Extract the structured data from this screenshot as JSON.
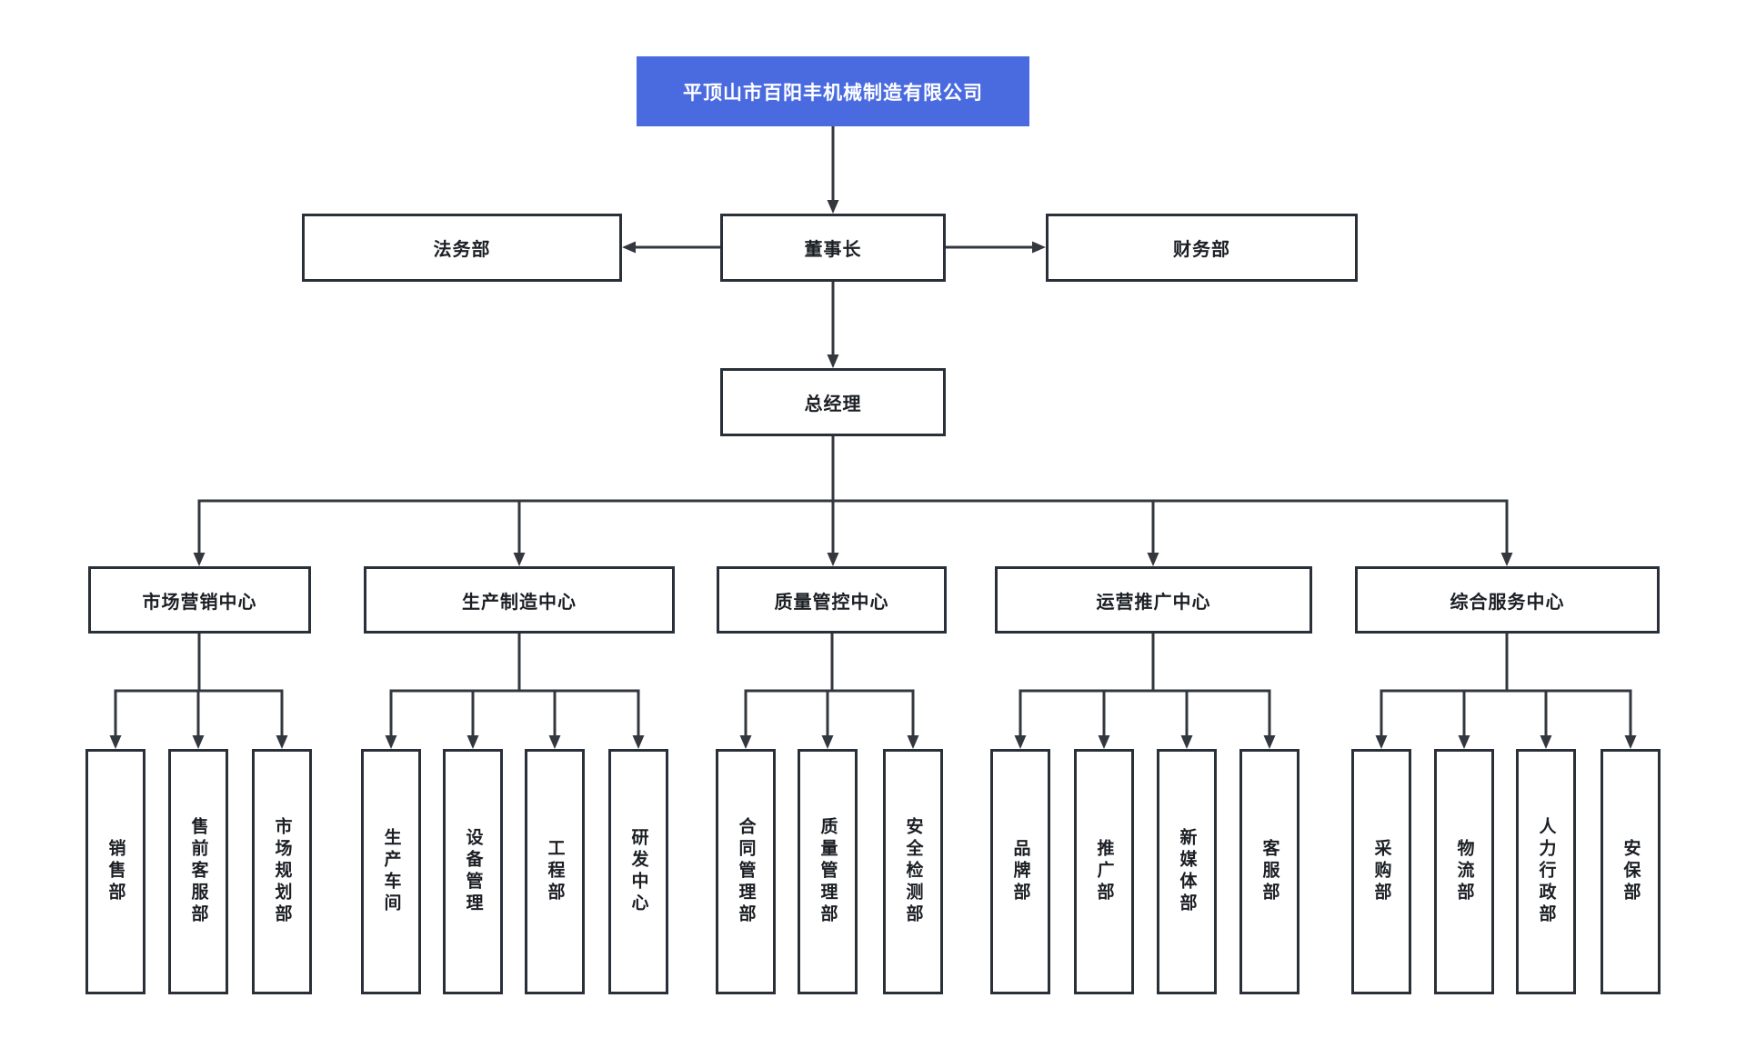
{
  "diagram": {
    "type": "org-chart",
    "company": {
      "label": "平顶山市百阳丰机械制造有限公司"
    },
    "chairman": {
      "label": "董事长"
    },
    "legal": {
      "label": "法务部"
    },
    "finance": {
      "label": "财务部"
    },
    "general_manager": {
      "label": "总经理"
    },
    "centers": [
      {
        "label": "市场营销中心",
        "children": [
          "销售部",
          "售前客服部",
          "市场规划部"
        ]
      },
      {
        "label": "生产制造中心",
        "children": [
          "生产车间",
          "设备管理",
          "工程部",
          "研发中心"
        ]
      },
      {
        "label": "质量管控中心",
        "children": [
          "合同管理部",
          "质量管理部",
          "安全检测部"
        ]
      },
      {
        "label": "运营推广中心",
        "children": [
          "品牌部",
          "推广部",
          "新媒体部",
          "客服部"
        ]
      },
      {
        "label": "综合服务中心",
        "children": [
          "采购部",
          "物流部",
          "人力行政部",
          "安保部"
        ]
      }
    ],
    "colors": {
      "root_box_fill": "#4a6be0",
      "root_box_text": "#ffffff",
      "box_fill": "#ffffff",
      "box_border": "#2a3039",
      "connector_line": "#33383f",
      "text": "#1b1f24",
      "background": "#ffffff"
    }
  }
}
